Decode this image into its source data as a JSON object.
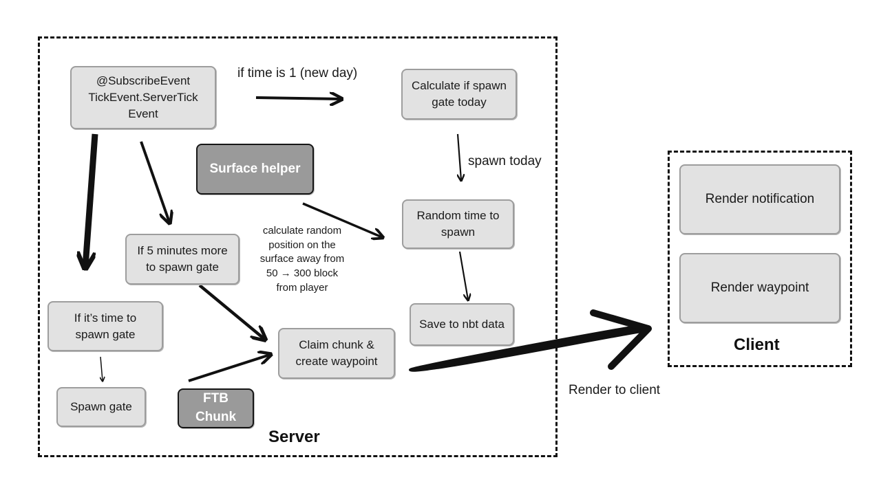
{
  "diagram": {
    "regions": {
      "server": {
        "title": "Server"
      },
      "client": {
        "title": "Client"
      }
    },
    "nodes": {
      "subscribe_event": "@SubscribeEvent\nTickEvent.ServerTick\nEvent",
      "calc_spawn": "Calculate if spawn\ngate today",
      "surface_helper": "Surface helper",
      "random_time": "Random time to\nspawn",
      "five_minutes": "If 5 minutes more\nto spawn gate",
      "time_to_spawn": "If it’s time to\nspawn gate",
      "save_nbt": "Save to nbt data",
      "claim_chunk": "Claim chunk &\ncreate waypoint",
      "spawn_gate": "Spawn gate",
      "ftb_chunk": "FTB Chunk",
      "render_notification": "Render notification",
      "render_waypoint": "Render waypoint"
    },
    "labels": {
      "new_day": "if time is 1 (new day)",
      "spawn_today": "spawn today",
      "calc_random": "calculate random\nposition on the\nsurface away from\n50 → 300 block\nfrom player",
      "render_client": "Render to client"
    },
    "colors": {
      "box_fill": "#e2e2e2",
      "box_border": "#9d9d9d",
      "dark_fill": "#9a9a9a",
      "arrow": "#111111"
    }
  }
}
